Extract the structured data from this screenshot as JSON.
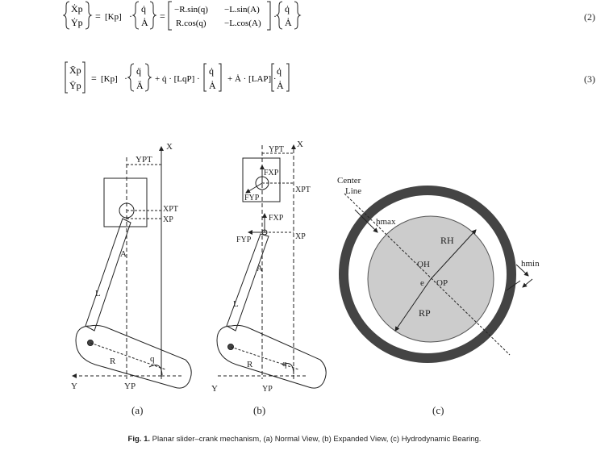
{
  "equations": [
    {
      "number": "(2)",
      "lhs_top": "Ẋp",
      "lhs_bot": "Ẏp",
      "kp": "[Kp]",
      "vec_top": "q̇",
      "vec_bot": "Ȧ",
      "m11": "−R.sin(q)",
      "m12": "−L.sin(A)",
      "m21": "R.cos(q)",
      "m22": "−L.cos(A)"
    },
    {
      "number": "(3)",
      "lhs_top": "Ẍp",
      "lhs_bot": "Ÿp",
      "kp": "[Kp]",
      "vec_top": "q̈",
      "vec_bot": "Ä",
      "term2": "+ q̇ · [LqP] ·",
      "term3": "+ Ȧ · [LAP] ·",
      "v1_top": "q̇",
      "v1_bot": "Ȧ"
    }
  ],
  "figure": {
    "panel_a": {
      "label": "(a)",
      "X": "X",
      "Y": "Y",
      "YPT": "YPT",
      "XPT": "XPT",
      "XP": "XP",
      "A": "A",
      "L": "L",
      "R": "R",
      "q": "q",
      "YP": "YP"
    },
    "panel_b": {
      "label": "(b)",
      "X": "X",
      "Y": "Y",
      "YPT": "YPT",
      "XPT": "XPT",
      "XP": "XP",
      "FXP_top": "FXP",
      "FYP_top": "FYP",
      "FXP": "FXP",
      "FYP": "FYP",
      "A": "A",
      "L": "L",
      "R": "R",
      "q": "q",
      "YP": "YP"
    },
    "panel_c": {
      "label": "(c)",
      "center_line_1": "Center",
      "center_line_2": "Line",
      "hmax": "hmax",
      "hmin": "hmin",
      "RH": "RH",
      "RP": "RP",
      "OH": "OH",
      "OP": "OP",
      "e": "e"
    }
  },
  "caption": {
    "fig": "Fig. 1.",
    "text": "Planar slider–crank mechanism, (a) Normal View, (b) Expanded View, (c) Hydrodynamic Bearing."
  }
}
